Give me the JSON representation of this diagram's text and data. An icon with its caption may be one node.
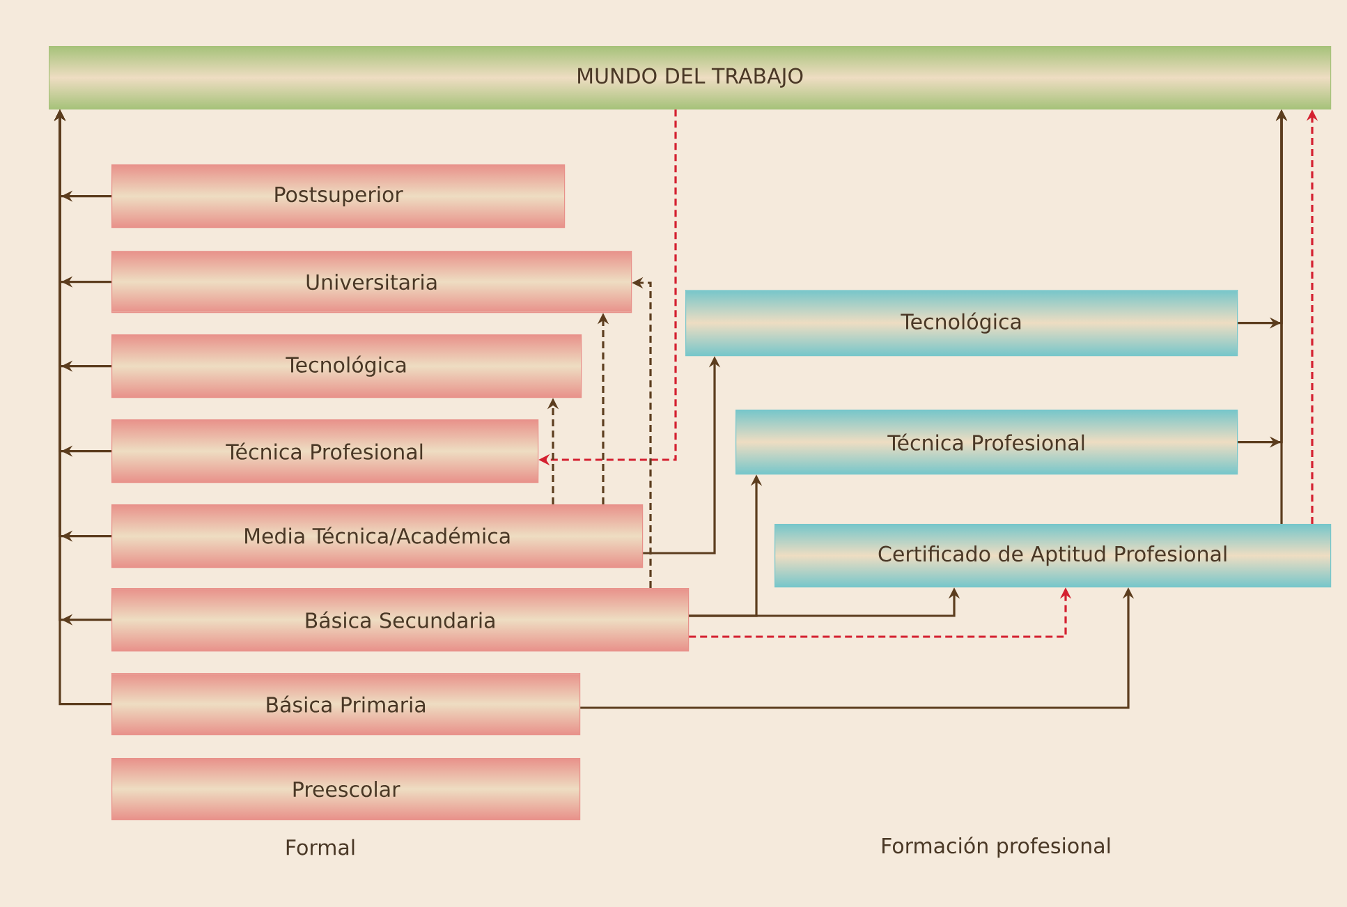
{
  "diagram": {
    "nodes": [
      {
        "text": [
          "MUNDO DEL TRABAJO"
        ]
      },
      {
        "text": [
          "Postsuperior"
        ]
      },
      {
        "text": [
          "Universitaria"
        ]
      },
      {
        "text": [
          "Tecnológica"
        ]
      },
      {
        "text": [
          "Técnica Profesional"
        ]
      },
      {
        "text": [
          "Media Técnica/Académica"
        ]
      },
      {
        "text": [
          "Básica Secundaria"
        ]
      },
      {
        "text": [
          "Básica Primaria"
        ]
      },
      {
        "text": [
          "Preescolar"
        ]
      },
      {
        "text": [
          "Tecnológica"
        ]
      },
      {
        "text": [
          "Técnica Profesional"
        ]
      },
      {
        "text": [
          "Certificado de Aptitud Profesional"
        ]
      }
    ],
    "edges": [
      {
        "from": 1,
        "to": 0,
        "arrow": "to"
      },
      {
        "from": 2,
        "to": 0,
        "arrow": "to"
      },
      {
        "from": 3,
        "to": 0,
        "arrow": "to"
      },
      {
        "from": 4,
        "to": 0,
        "arrow": "to"
      },
      {
        "from": 5,
        "to": 0,
        "arrow": "to"
      },
      {
        "from": 6,
        "to": 0,
        "arrow": "to"
      },
      {
        "from": 7,
        "to": 0,
        "arrow": "to"
      },
      {
        "from": 9,
        "to": 0,
        "arrow": "to"
      },
      {
        "from": 10,
        "to": 0,
        "arrow": "to"
      },
      {
        "from": 11,
        "to": 0,
        "arrow": "to"
      },
      {
        "from": 11,
        "to": 0,
        "arrow": "to",
        "style": "dashed",
        "color": "#d42030"
      },
      {
        "from": 0,
        "to": 4,
        "arrow": "to",
        "style": "dashed",
        "color": "#d42030"
      },
      {
        "from": 5,
        "to": 3,
        "arrow": "to",
        "style": "dashed"
      },
      {
        "from": 5,
        "to": 2,
        "arrow": "to",
        "style": "dashed"
      },
      {
        "from": 6,
        "to": 2,
        "arrow": "to",
        "style": "dashed"
      },
      {
        "from": 5,
        "to": 9,
        "arrow": "to"
      },
      {
        "from": 6,
        "to": 10,
        "arrow": "to"
      },
      {
        "from": 6,
        "to": 11,
        "arrow": "to"
      },
      {
        "from": 6,
        "to": 11,
        "arrow": "to",
        "style": "dashed",
        "color": "#d42030"
      },
      {
        "from": 7,
        "to": 11,
        "arrow": "to"
      }
    ],
    "labels": [
      "Formal",
      "Formación profesional"
    ]
  }
}
